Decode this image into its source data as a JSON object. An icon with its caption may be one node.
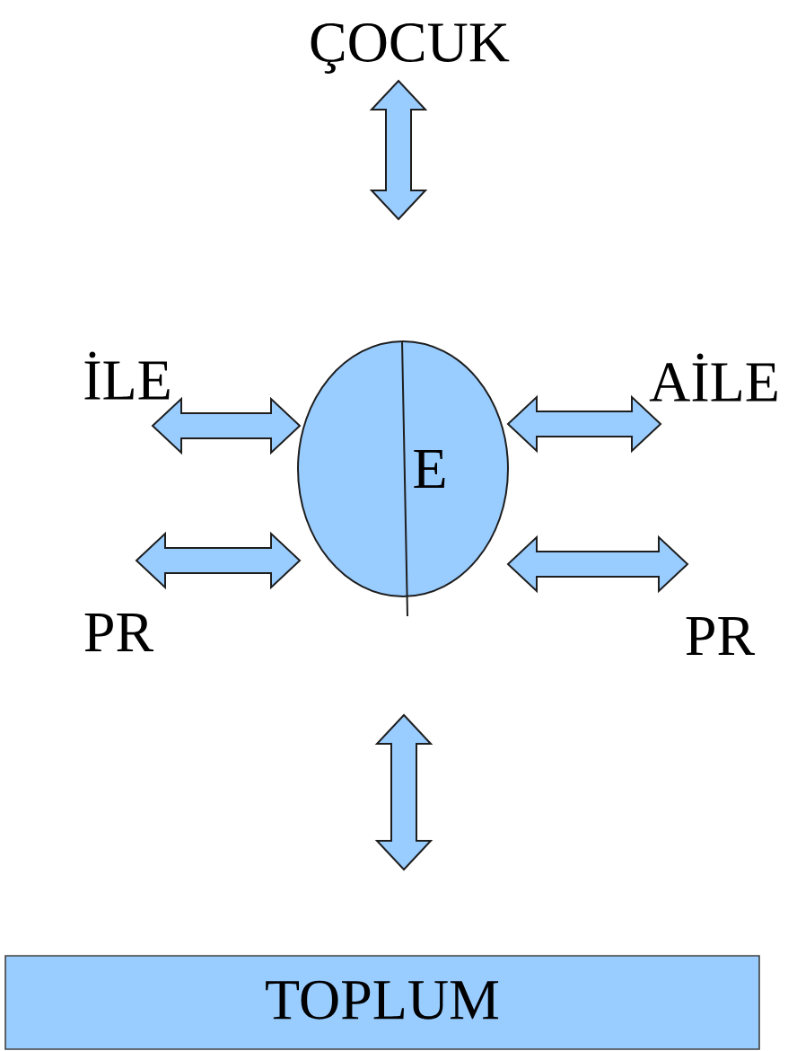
{
  "diagram": {
    "nodes": [
      {
        "text": [
          "ÇOCUK"
        ]
      },
      {
        "text": [
          "İLE"
        ]
      },
      {
        "text": [
          "AİLE"
        ]
      },
      {
        "text": [
          "E"
        ]
      },
      {
        "text": [
          "PR"
        ]
      },
      {
        "text": [
          "PR"
        ]
      },
      {
        "text": [
          "TOPLUM"
        ]
      }
    ],
    "edges": [
      {
        "from": 0,
        "to": 3,
        "arrow": "both"
      },
      {
        "from": 1,
        "to": 3,
        "arrow": "both"
      },
      {
        "from": 2,
        "to": 3,
        "arrow": "both"
      },
      {
        "from": 4,
        "to": 3,
        "arrow": "both"
      },
      {
        "from": 5,
        "to": 3,
        "arrow": "both"
      },
      {
        "from": 3,
        "to": 6,
        "arrow": "both"
      }
    ]
  }
}
